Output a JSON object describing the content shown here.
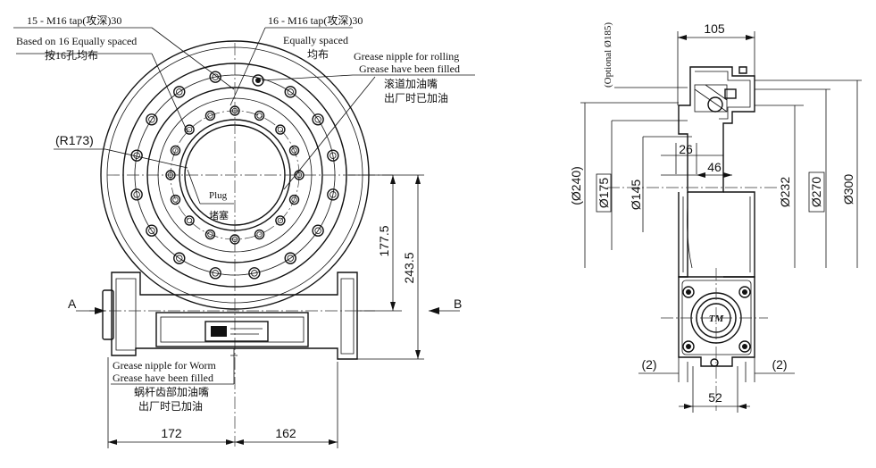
{
  "front_view": {
    "note_outer_holes": [
      "15 - M16 tap(攻深)30",
      "Based on 16 Equally spaced",
      "按16孔均布"
    ],
    "note_inner_holes": [
      "16 - M16 tap(攻深)30",
      "Equally spaced",
      "均布"
    ],
    "note_grease_rolling": [
      "Grease nipple for rolling",
      "Grease have been filled",
      "滚道加油嘴",
      "出厂时已加油"
    ],
    "radius_label": "(R173)",
    "plug_label": [
      "Plug",
      "堵塞"
    ],
    "note_grease_worm": [
      "Grease nipple for Worm",
      "Grease have been filled",
      "蜗杆齿部加油嘴",
      "出厂时已加油"
    ],
    "dim_177_5": "177.5",
    "dim_243_5": "243.5",
    "dim_172": "172",
    "dim_162": "162",
    "section_a": "A",
    "section_b": "B"
  },
  "side_view": {
    "optional_dia": "(Optional Ø185)",
    "dim_105": "105",
    "dim_26": "26",
    "dim_46": "46",
    "dia_240": "(Ø240)",
    "dia_175": "Ø175",
    "dia_145": "Ø145",
    "dia_232": "Ø232",
    "dia_270": "Ø270",
    "dia_300": "Ø300",
    "dim_2_left": "(2)",
    "dim_2_right": "(2)",
    "dim_52": "52"
  },
  "colors": {
    "line": "#111111",
    "background": "#ffffff"
  }
}
